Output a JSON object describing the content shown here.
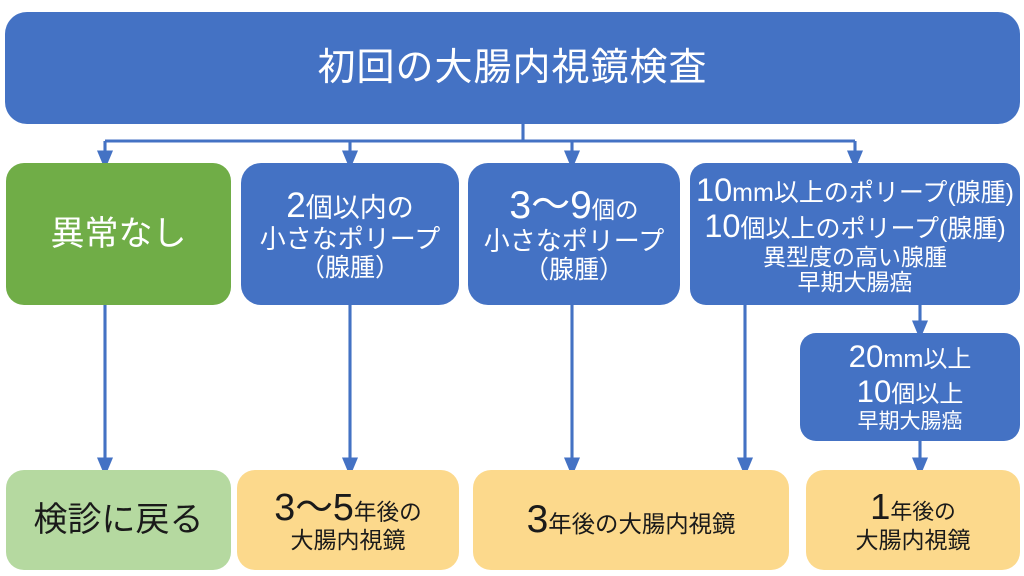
{
  "diagram": {
    "title_node": {
      "text": "初回の大腸内視鏡検査",
      "color": "#4472C4"
    },
    "row_outcomes": [
      {
        "id": "normal",
        "lines": [
          "異常なし"
        ],
        "color": "#70AD47"
      },
      {
        "id": "polyp-2",
        "lines": [
          "2個以内の",
          "小さなポリープ",
          "（腺腫）"
        ],
        "number": "2",
        "color": "#4472C4"
      },
      {
        "id": "polyp-3-9",
        "lines": [
          "3〜9個の",
          "小さなポリープ",
          "（腺腫）"
        ],
        "number": "3〜9",
        "color": "#4472C4"
      },
      {
        "id": "high-risk",
        "lines": [
          "10mm以上のポリープ(腺腫)",
          "10個以上のポリープ(腺腫)",
          "異型度の高い腺腫",
          "早期大腸癌"
        ],
        "color": "#4472C4"
      }
    ],
    "very_high_risk_node": {
      "id": "very-high-risk",
      "lines": [
        "20mm以上",
        "10個以上",
        "早期大腸癌"
      ],
      "color": "#4472C4"
    },
    "row_followups": [
      {
        "id": "return-to-screening",
        "lines": [
          "検診に戻る"
        ],
        "color": "#B5D9A0"
      },
      {
        "id": "followup-3-5y",
        "lines": [
          "3〜5年後の",
          "大腸内視鏡"
        ],
        "color": "#FCD98C"
      },
      {
        "id": "followup-3y",
        "lines": [
          "3年後の大腸内視鏡"
        ],
        "color": "#FCD98C"
      },
      {
        "id": "followup-1y",
        "lines": [
          "1年後の",
          "大腸内視鏡"
        ],
        "color": "#FCD98C"
      }
    ],
    "connector_color": "#4472C4",
    "fragments": {
      "n2": "2",
      "kosuinai": "個以内の",
      "chiisana_polyp": "小さなポリープ",
      "senshu_paren": "（腺腫）",
      "n39": "3〜9",
      "kono": "個の",
      "n10": "10",
      "mm_ijou_polyp": "mm以上のポリープ(腺腫)",
      "ko_ijou_polyp": "個以上のポリープ(腺腫)",
      "itetido": "異型度の高い腺腫",
      "souki_gan": "早期大腸癌",
      "n20": "20",
      "mm_ijou": "mm以上",
      "ko_ijou": "個以上",
      "n35": "3〜5",
      "nengo_no": "年後の",
      "daichou_naishikyou": "大腸内視鏡",
      "n3": "3",
      "nengo_no_daichou": "年後の大腸内視鏡",
      "n1": "1"
    }
  }
}
